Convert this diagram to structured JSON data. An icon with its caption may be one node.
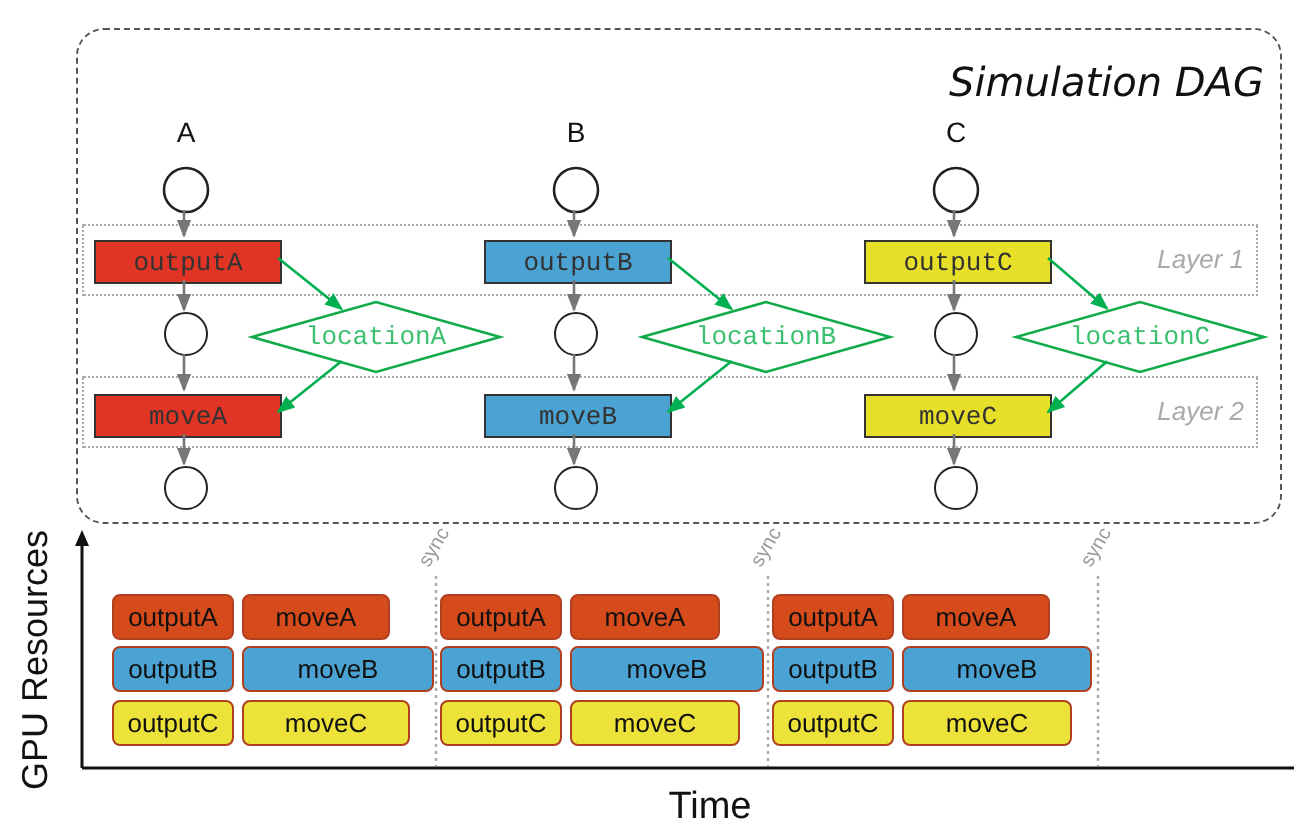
{
  "diagram": {
    "nodes": [
      {
        "text": [
          "Simulation DAG"
        ]
      },
      {
        "text": [
          "Layer 1"
        ],
        "in": 0
      },
      {
        "text": [
          "Layer 2"
        ],
        "in": 0
      },
      {
        "text": [
          "A"
        ],
        "in": 0
      },
      {
        "text": [
          "outputA"
        ],
        "in": 1
      },
      {
        "text": [],
        "shape": "circle",
        "in": 0
      },
      {
        "text": [
          "moveA"
        ],
        "in": 2
      },
      {
        "text": [],
        "shape": "circle",
        "in": 0
      },
      {
        "text": [
          "locationA"
        ],
        "in": 0
      },
      {
        "text": [
          "B"
        ],
        "in": 0
      },
      {
        "text": [
          "outputB"
        ],
        "in": 1
      },
      {
        "text": [],
        "shape": "circle",
        "in": 0
      },
      {
        "text": [
          "moveB"
        ],
        "in": 2
      },
      {
        "text": [],
        "shape": "circle",
        "in": 0
      },
      {
        "text": [
          "locationB"
        ],
        "in": 0
      },
      {
        "text": [
          "C"
        ],
        "in": 0
      },
      {
        "text": [
          "outputC"
        ],
        "in": 1
      },
      {
        "text": [],
        "shape": "circle",
        "in": 0
      },
      {
        "text": [
          "moveC"
        ],
        "in": 2
      },
      {
        "text": [],
        "shape": "circle",
        "in": 0
      },
      {
        "text": [
          "locationC"
        ],
        "in": 0
      },
      {
        "text": [
          "outputA"
        ]
      },
      {
        "text": [
          "moveA"
        ]
      },
      {
        "text": [
          "outputA"
        ]
      },
      {
        "text": [
          "moveA"
        ]
      },
      {
        "text": [
          "outputA"
        ]
      },
      {
        "text": [
          "moveA"
        ]
      },
      {
        "text": [
          "outputB"
        ]
      },
      {
        "text": [
          "moveB"
        ]
      },
      {
        "text": [
          "outputB"
        ]
      },
      {
        "text": [
          "moveB"
        ]
      },
      {
        "text": [
          "outputB"
        ]
      },
      {
        "text": [
          "moveB"
        ]
      },
      {
        "text": [
          "outputC"
        ]
      },
      {
        "text": [
          "moveC"
        ]
      },
      {
        "text": [
          "outputC"
        ]
      },
      {
        "text": [
          "moveC"
        ]
      },
      {
        "text": [
          "outputC"
        ]
      },
      {
        "text": [
          "moveC"
        ]
      }
    ],
    "edges": [
      {
        "from": 3,
        "to": 4,
        "arrow": "to"
      },
      {
        "from": 4,
        "to": 5,
        "arrow": "to"
      },
      {
        "from": 5,
        "to": 6,
        "arrow": "to"
      },
      {
        "from": 6,
        "to": 7,
        "arrow": "to"
      },
      {
        "from": 4,
        "to": 8,
        "arrow": "to",
        "color": "#00b050"
      },
      {
        "from": 8,
        "to": 6,
        "arrow": "to",
        "color": "#00b050"
      },
      {
        "from": 9,
        "to": 10,
        "arrow": "to"
      },
      {
        "from": 10,
        "to": 11,
        "arrow": "to"
      },
      {
        "from": 11,
        "to": 12,
        "arrow": "to"
      },
      {
        "from": 12,
        "to": 13,
        "arrow": "to"
      },
      {
        "from": 10,
        "to": 14,
        "arrow": "to",
        "color": "#00b050"
      },
      {
        "from": 14,
        "to": 12,
        "arrow": "to",
        "color": "#00b050"
      },
      {
        "from": 15,
        "to": 16,
        "arrow": "to"
      },
      {
        "from": 16,
        "to": 17,
        "arrow": "to"
      },
      {
        "from": 17,
        "to": 18,
        "arrow": "to"
      },
      {
        "from": 18,
        "to": 19,
        "arrow": "to"
      },
      {
        "from": 16,
        "to": 20,
        "arrow": "to",
        "color": "#00b050"
      },
      {
        "from": 20,
        "to": 18,
        "arrow": "to",
        "color": "#00b050"
      }
    ],
    "labels": [
      "sync",
      "sync",
      "sync",
      "GPU Resources",
      "Time"
    ]
  }
}
